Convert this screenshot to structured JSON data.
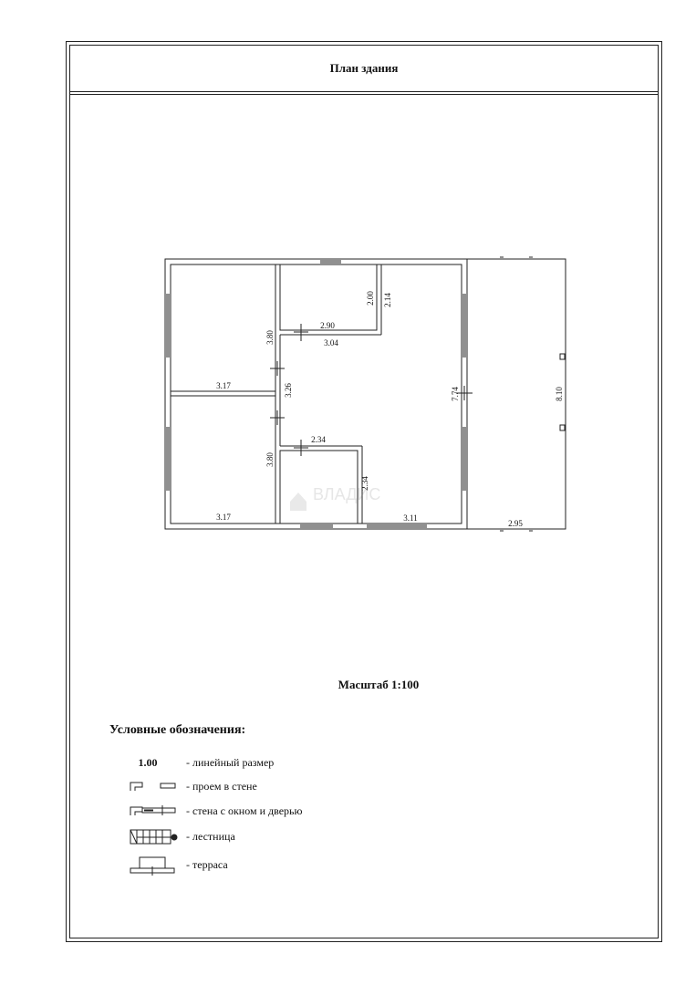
{
  "header": {
    "title": "План здания"
  },
  "plan": {
    "dimensions": {
      "room1_height": "3.80",
      "room1_width": "3.17",
      "room2_height": "3.80",
      "room2_width": "3.17",
      "small_room_width": "2.90",
      "small_room_height": "2.00",
      "upper_right_height": "2.14",
      "hall_top_width": "3.04",
      "hall_height": "3.26",
      "bath_width": "2.34",
      "bath_height": "2.34",
      "big_room_height": "7.74",
      "big_room_width": "3.11",
      "terrace_height": "8.10",
      "terrace_width": "2.95"
    },
    "watermark": "ВЛАДИС"
  },
  "scale": {
    "label": "Масштаб 1:100"
  },
  "legend": {
    "title": "Условные обозначения:",
    "items": [
      {
        "symbol": "1.00",
        "text": "- линейный размер"
      },
      {
        "symbol": "opening-icon",
        "text": "- проем в стене"
      },
      {
        "symbol": "wall-window-door-icon",
        "text": "- стена с окном и дверью"
      },
      {
        "symbol": "stairs-icon",
        "text": "- лестница"
      },
      {
        "symbol": "terrace-icon",
        "text": "- терраса"
      }
    ]
  }
}
